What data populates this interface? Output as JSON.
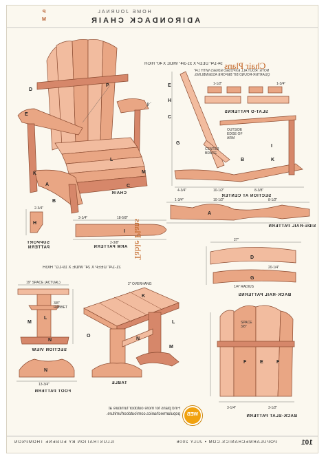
{
  "header": {
    "journal": "HOME JOURNAL",
    "title": "ADIRONDACK CHAIR",
    "tab_top": "P",
    "tab_bottom": "M"
  },
  "chair_plans": {
    "title": "Chair Plans",
    "spec": "34-1/4\" DEEP X 31-3/4\" WIDE X 40\" HIGH",
    "note_lines": [
      "NOTE: ROUT ALL EXPOSED EDGES WITH 1/4\"",
      "QUARTER-ROUND BIT BEFORE ASSEMBLING."
    ]
  },
  "table_plans": {
    "title": "Table Plans",
    "spec": "21-1/4\" DEEP X 24\" WIDE X 19-1/2\" HIGH"
  },
  "captions": {
    "chair": "CHAIR",
    "slat_o_patterns": "SLAT-O PATTERNS",
    "section_at_center": "SECTION AT CENTER",
    "side_rail_pattern": "SIDE-RAIL PATTERN",
    "arm_pattern": "ARM PATTERN",
    "support_pattern": "SUPPORT PATTERN",
    "back_rail_patterns": "BACK-RAIL PATTERNS",
    "section_view": "SECTION VIEW",
    "foot_pattern": "FOOT PATTERN",
    "table": "TABLE",
    "back_slat_pattern": "BACK-SLAT PATTERN"
  },
  "promo": {
    "badge": "WEB",
    "line1": "Find plans for more outdoor furniture at",
    "line2": "popularmechanics.com/outdoorfurniture."
  },
  "footer": {
    "page_number": "101",
    "magazine": "POPULARMECHANICS.COM • JULY 2006",
    "illustration_credit": "ILLUSTRATION BY EUGENE THOMPSON"
  },
  "part_letters": [
    "A",
    "B",
    "C",
    "D",
    "E",
    "F",
    "G",
    "H",
    "I",
    "J",
    "K",
    "L",
    "M",
    "N",
    "O",
    "P"
  ],
  "colors": {
    "wood": "#e9a684",
    "title_accent": "#c0601f",
    "badge": "#f1a20e"
  }
}
